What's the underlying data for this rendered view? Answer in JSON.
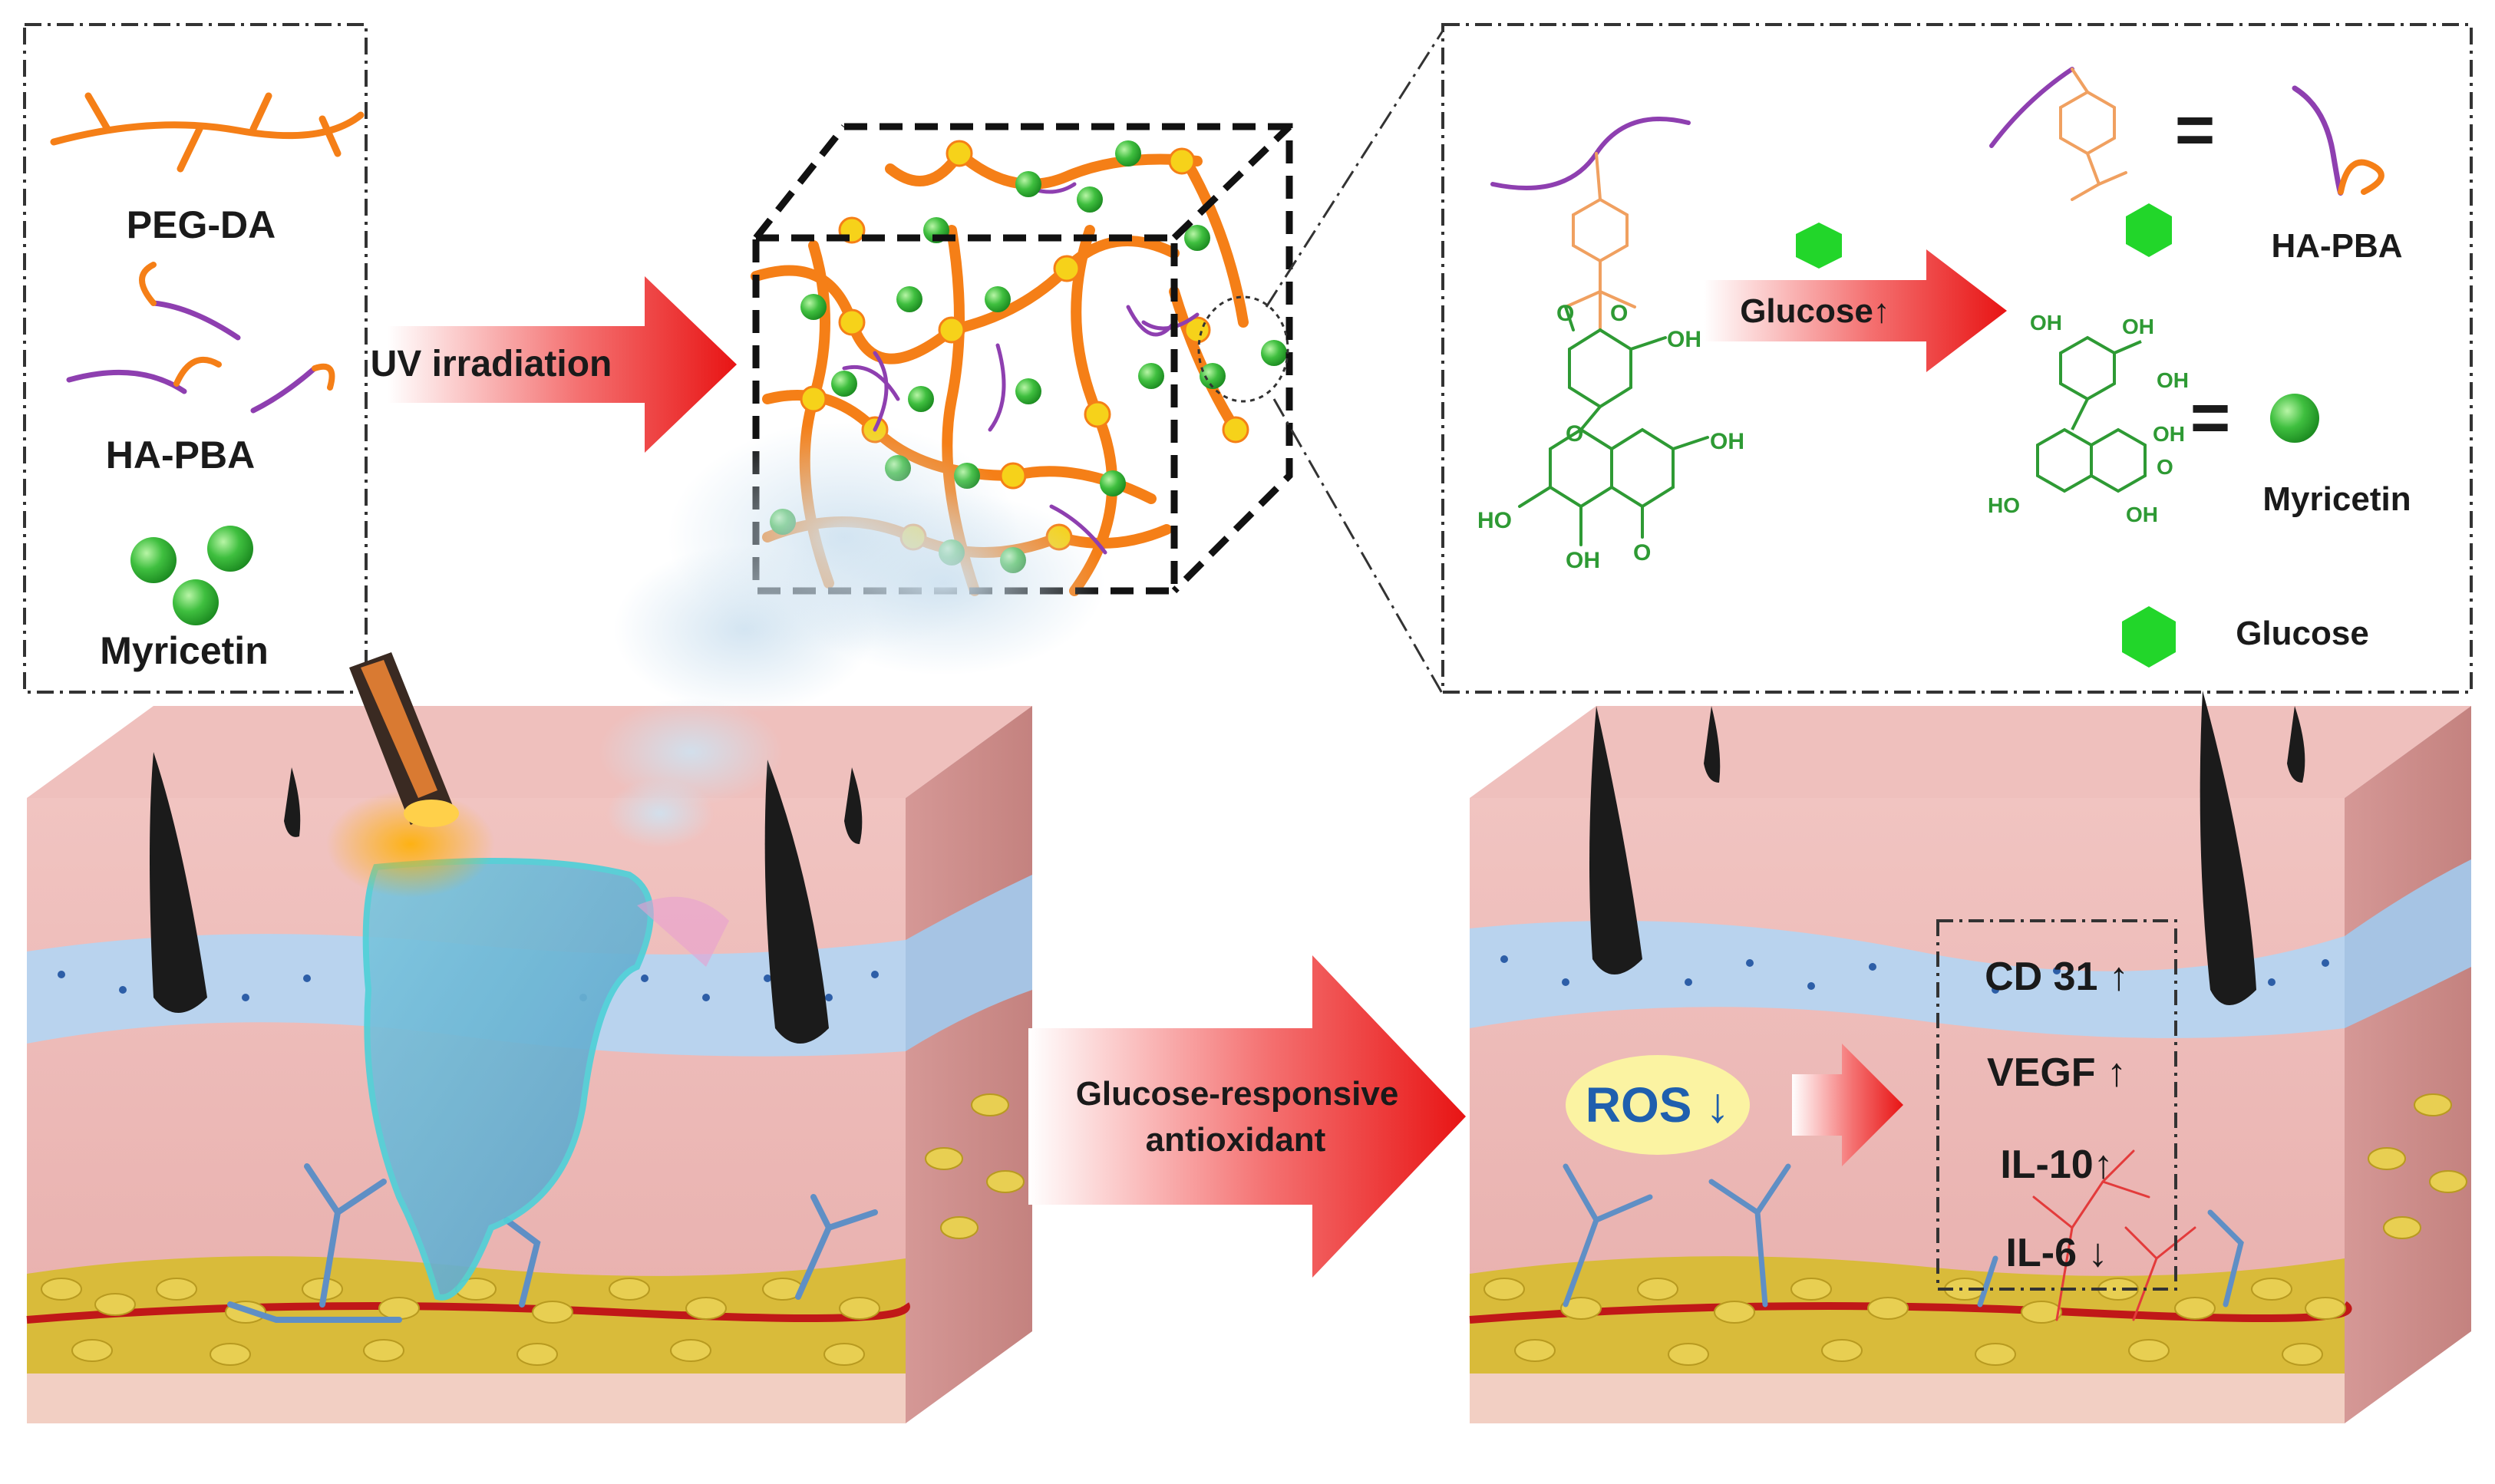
{
  "legend": {
    "peg_da": "PEG-DA",
    "ha_pba": "HA-PBA",
    "myricetin": "Myricetin"
  },
  "arrows": {
    "uv": "UV irradiation",
    "glucose": "Glucose↑",
    "responsive_line1": "Glucose-responsive",
    "responsive_line2": "antioxidant",
    "pointer": ""
  },
  "detail": {
    "ha_pba": "HA-PBA",
    "myricetin": "Myricetin",
    "glucose": "Glucose",
    "equals": "=",
    "chem_ho": "HO",
    "chem_oh": "OH",
    "chem_o": "O"
  },
  "outcome": {
    "ros": "ROS ↓",
    "markers": [
      "CD 31 ↑",
      "VEGF ↑",
      "IL-10↑",
      "IL-6 ↓"
    ]
  },
  "colors": {
    "peg": "#f57f17",
    "ha": "#8e3fb0",
    "myricetin": "#3fbf3f",
    "glucose": "#22d62a",
    "crosslink": "#f6d21a",
    "arrow": "#ee1c1c",
    "skin": "#e9b3b0",
    "dermis_blue": "#b9d3ee",
    "fat": "#d9bb3a",
    "ros_bubble": "#fbf3a2",
    "ros_text": "#1f5fae"
  }
}
